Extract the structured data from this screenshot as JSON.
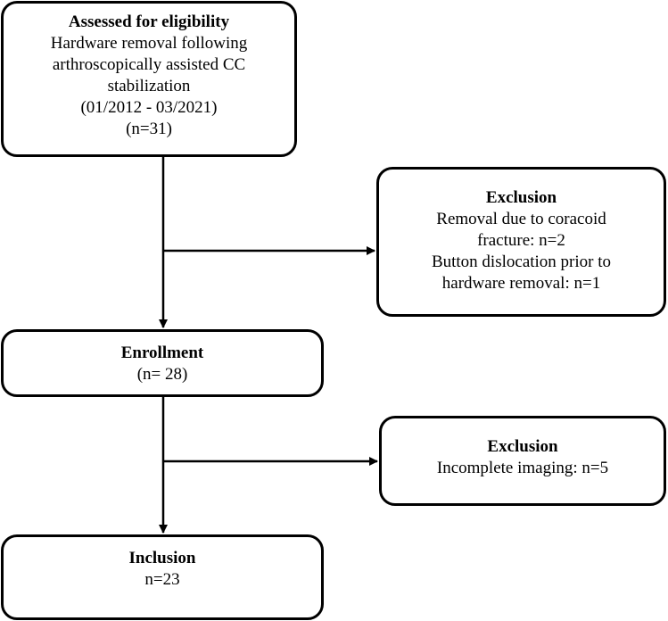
{
  "flowchart": {
    "eligibility": {
      "title": "Assessed for eligibility",
      "lines": [
        "Hardware removal following",
        "arthroscopically assisted CC",
        "stabilization",
        "(01/2012 - 03/2021)",
        "(n=31)"
      ]
    },
    "exclusion_1": {
      "title": "Exclusion",
      "lines": [
        "Removal due to coracoid",
        "fracture: n=2",
        "Button dislocation prior to",
        "hardware removal: n=1"
      ]
    },
    "enrollment": {
      "title": "Enrollment",
      "lines": [
        "(n= 28)"
      ]
    },
    "exclusion_2": {
      "title": "Exclusion",
      "lines": [
        "Incomplete imaging: n=5"
      ]
    },
    "inclusion": {
      "title": "Inclusion",
      "lines": [
        "n=23"
      ]
    }
  },
  "colors": {
    "stroke": "#000000",
    "background": "#ffffff",
    "text": "#000000"
  }
}
